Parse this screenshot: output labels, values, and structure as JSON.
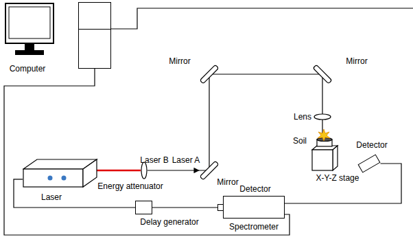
{
  "diagram": {
    "nodes": [
      {
        "text": [
          "Computer"
        ]
      },
      {
        "text": [
          "Laser"
        ]
      },
      {
        "text": [
          "Delay generator"
        ]
      },
      {
        "text": [
          "Spectrometer"
        ]
      },
      {
        "text": [
          "Detector"
        ]
      }
    ],
    "edges": [
      {
        "from": 1,
        "to": 2,
        "arrow": "none"
      },
      {
        "from": 2,
        "to": 3,
        "arrow": "none"
      },
      {
        "from": 0,
        "to": 3,
        "arrow": "none"
      },
      {
        "from": 4,
        "to": 3,
        "arrow": "none"
      }
    ],
    "labels": [
      "Laser B",
      "Laser A",
      "Energy attenuator",
      "Mirror",
      "Mirror",
      "Mirror",
      "Lens",
      "Soil",
      "X-Y-Z stage",
      "Detector"
    ]
  }
}
